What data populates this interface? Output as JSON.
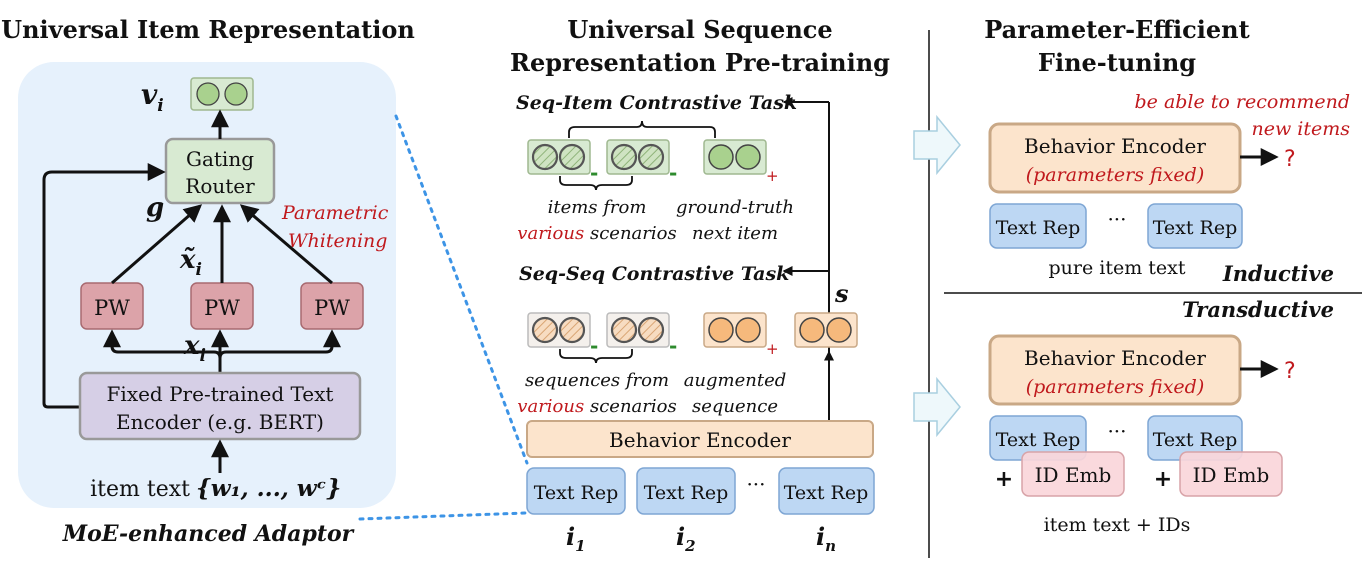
{
  "left": {
    "title": "Universal Item Representation",
    "vi_label": "v",
    "vi_sub": "i",
    "gating_line1": "Gating",
    "gating_line2": "Router",
    "g_label": "g",
    "xtilde_label": "x̃",
    "xtilde_sub": "i",
    "pw_label": "PW",
    "pw_note_line1": "Parametric",
    "pw_note_line2": "Whitening",
    "xi_label": "x",
    "xi_sub": "i",
    "encoder_line1": "Fixed Pre-trained Text",
    "encoder_line2": "Encoder (e.g. BERT)",
    "item_text_label": "item text",
    "item_text_math": "{w₁, ..., wᶜ}",
    "caption": "MoE-enhanced Adaptor"
  },
  "middle": {
    "title_line1": "Universal Sequence",
    "title_line2": "Representation Pre-training",
    "seq_item_task": "Seq-Item Contrastive Task",
    "items_from": "items from",
    "various1": "various",
    "scenarios1": "scenarios",
    "gt_line1": "ground-truth",
    "gt_line2": "next item",
    "seq_seq_task": "Seq-Seq Contrastive Task",
    "sequences_from": "sequences from",
    "various2": "various",
    "scenarios2": "scenarios",
    "aug_line1": "augmented",
    "aug_line2": "sequence",
    "s_label": "s",
    "behavior_encoder": "Behavior Encoder",
    "text_rep": "Text Rep",
    "dots": "···",
    "minus": "-",
    "plus": "+",
    "i_labels": [
      {
        "base": "i",
        "sub": "1"
      },
      {
        "base": "i",
        "sub": "2"
      },
      {
        "base": "i",
        "sub": "n"
      }
    ]
  },
  "right": {
    "title_line1": "Parameter-Efficient",
    "title_line2": "Fine-tuning",
    "recommend_line1": "be able to recommend",
    "recommend_line2": "new items",
    "behavior_encoder": "Behavior Encoder",
    "params_fixed": "(parameters fixed)",
    "question": "?",
    "text_rep": "Text Rep",
    "dots": "···",
    "pure_item_text": "pure item text",
    "inductive": "Inductive",
    "transductive": "Transductive",
    "id_emb": "ID Emb",
    "plus": "+",
    "item_text_ids": "item text + IDs"
  },
  "colors": {
    "panel_bg": "#e6f1fc",
    "green_fill": "#d8ead2",
    "green_stroke": "#9fb890",
    "circle_green": "#a9d18e",
    "pw_fill": "#dca3a9",
    "pw_stroke": "#a86a70",
    "encoder_fill": "#d6cfe6",
    "behavior_fill": "#fce4cc",
    "behavior_stroke": "#c9a886",
    "circle_orange": "#f6b97c",
    "text_rep_fill": "#bdd7f3",
    "text_rep_stroke": "#7ea6d4",
    "id_emb_fill": "#fad6da",
    "id_emb_stroke": "#d8a3a8",
    "accent_red": "#c0191d",
    "dotted_blue": "#3d94e6"
  }
}
